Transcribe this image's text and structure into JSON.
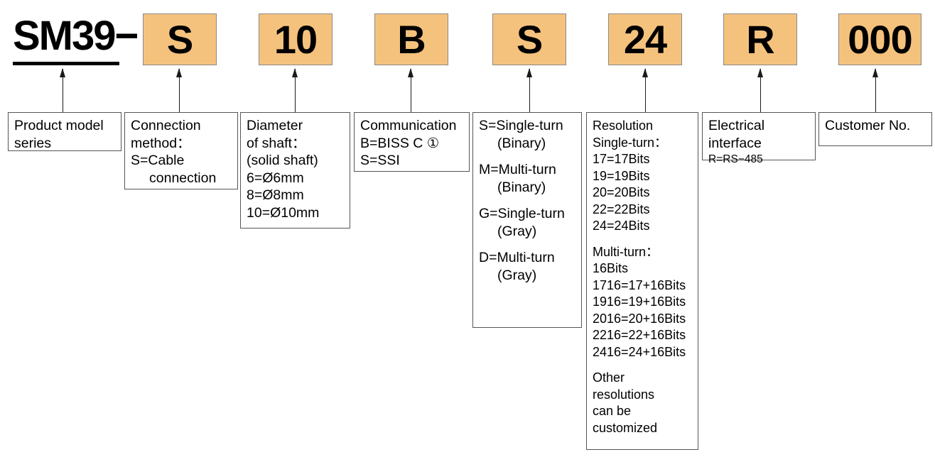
{
  "diagram": {
    "title": "SM39 series encoder model designation",
    "accent_color": "#F5C27D",
    "code_row": [
      {
        "name": "series-prefix",
        "text": "SM39−",
        "filled": false
      },
      {
        "name": "connection-code",
        "text": "S",
        "filled": true
      },
      {
        "name": "shaft-diameter-code",
        "text": "10",
        "filled": true
      },
      {
        "name": "communication-code",
        "text": "B",
        "filled": true
      },
      {
        "name": "turn-type-code",
        "text": "S",
        "filled": true
      },
      {
        "name": "resolution-code",
        "text": "24",
        "filled": true
      },
      {
        "name": "electrical-interface-code",
        "text": "R",
        "filled": true
      },
      {
        "name": "customer-no-code",
        "text": "000",
        "filled": true
      }
    ],
    "descriptions": [
      {
        "name": "product-model-series",
        "lines": [
          {
            "text": "Product model",
            "indent": false
          },
          {
            "text": "series",
            "indent": false
          }
        ]
      },
      {
        "name": "connection-method",
        "lines": [
          {
            "text": "Connection",
            "indent": false
          },
          {
            "text": "method：",
            "indent": false
          },
          {
            "text": "S=Cable",
            "indent": false
          },
          {
            "text": "connection",
            "indent": true
          }
        ]
      },
      {
        "name": "shaft-diameter",
        "lines": [
          {
            "text": "Diameter",
            "indent": false
          },
          {
            "text": "of shaft：",
            "indent": false
          },
          {
            "text": "(solid shaft)",
            "indent": false
          },
          {
            "text": "6=Ø6mm",
            "indent": false
          },
          {
            "text": "8=Ø8mm",
            "indent": false
          },
          {
            "text": "10=Ø10mm",
            "indent": false
          }
        ]
      },
      {
        "name": "communication",
        "lines": [
          {
            "text": "Communication",
            "indent": false
          },
          {
            "text": "B=BISS C ①",
            "indent": false
          },
          {
            "text": "S=SSI",
            "indent": false
          }
        ]
      },
      {
        "name": "turn-type",
        "lines": [
          {
            "text": "S=Single-turn",
            "indent": false
          },
          {
            "text": "(Binary)",
            "indent": true
          },
          {
            "text": "",
            "indent": false,
            "gap": true
          },
          {
            "text": "M=Multi-turn",
            "indent": false
          },
          {
            "text": "(Binary)",
            "indent": true
          },
          {
            "text": "",
            "indent": false,
            "gap": true
          },
          {
            "text": "G=Single-turn",
            "indent": false
          },
          {
            "text": "(Gray)",
            "indent": true
          },
          {
            "text": "",
            "indent": false,
            "gap": true
          },
          {
            "text": "D=Multi-turn",
            "indent": false
          },
          {
            "text": "(Gray)",
            "indent": true
          }
        ]
      },
      {
        "name": "resolution",
        "lines": [
          {
            "text": "Resolution",
            "indent": false
          },
          {
            "text": "Single-turn：",
            "indent": false
          },
          {
            "text": "17=17Bits",
            "indent": false
          },
          {
            "text": "19=19Bits",
            "indent": false
          },
          {
            "text": "20=20Bits",
            "indent": false
          },
          {
            "text": "22=22Bits",
            "indent": false
          },
          {
            "text": "24=24Bits",
            "indent": false
          },
          {
            "text": "",
            "indent": false,
            "gap": true
          },
          {
            "text": "Multi-turn：16Bits",
            "indent": false
          },
          {
            "text": "1716=17+16Bits",
            "indent": false
          },
          {
            "text": "1916=19+16Bits",
            "indent": false
          },
          {
            "text": "2016=20+16Bits",
            "indent": false
          },
          {
            "text": "2216=22+16Bits",
            "indent": false
          },
          {
            "text": "2416=24+16Bits",
            "indent": false
          },
          {
            "text": "",
            "indent": false,
            "gap": true
          },
          {
            "text": "Other",
            "indent": false
          },
          {
            "text": "resolutions",
            "indent": false
          },
          {
            "text": "can be",
            "indent": false
          },
          {
            "text": "customized",
            "indent": false
          }
        ]
      },
      {
        "name": "electrical-interface",
        "lines": [
          {
            "text": "Electrical interface",
            "indent": false
          },
          {
            "text": "R=RS−485",
            "indent": false,
            "small": true
          }
        ]
      },
      {
        "name": "customer-no",
        "lines": [
          {
            "text": "Customer No.",
            "indent": false
          }
        ]
      }
    ]
  }
}
